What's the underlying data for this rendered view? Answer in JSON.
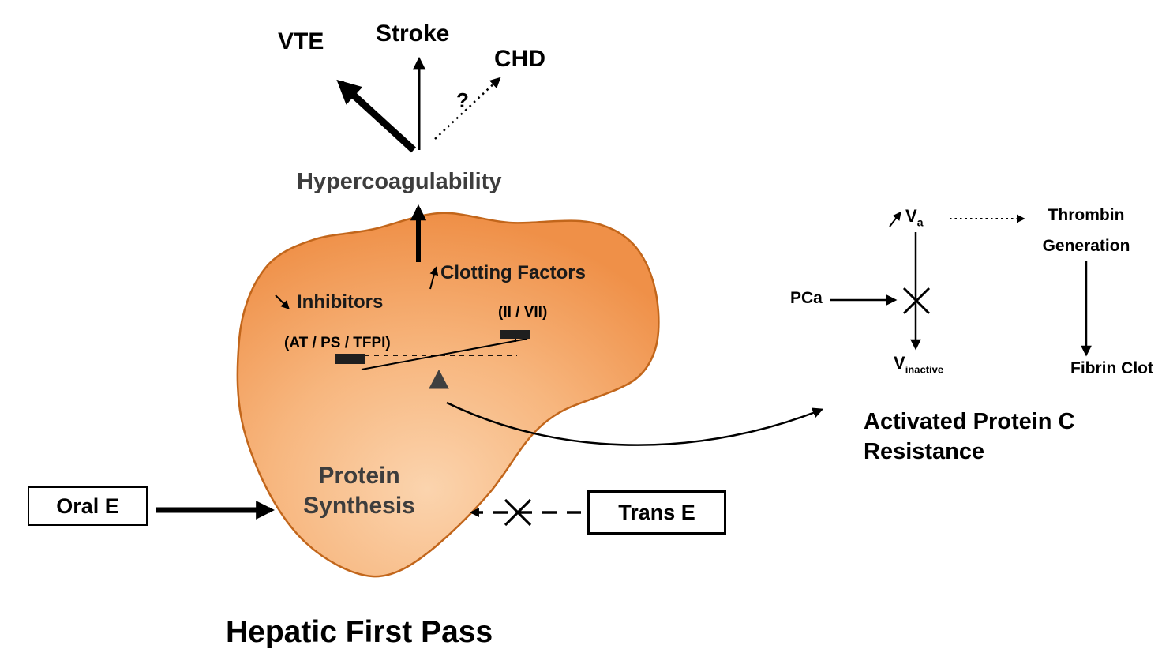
{
  "title": "Hepatic First Pass",
  "outcomes": {
    "vte": "VTE",
    "stroke": "Stroke",
    "chd": "CHD",
    "question_mark": "?"
  },
  "pathway": {
    "hypercoagulability": "Hypercoagulability",
    "clotting_factors": "Clotting Factors",
    "clotting_factors_detail": "(II / VII)",
    "inhibitors": "Inhibitors",
    "inhibitors_detail": "(AT / PS / TFPI)",
    "protein_line1": "Protein",
    "protein_line2": "Synthesis"
  },
  "estrogen": {
    "oral_label": "Oral E",
    "trans_label": "Trans E"
  },
  "apc": {
    "pca": "PCa",
    "va_base": "V",
    "va_sub": "a",
    "thrombin_line1": "Thrombin",
    "thrombin_line2": "Generation",
    "vinactive_base": "V",
    "vinactive_sub": "inactive",
    "fibrin_clot": "Fibrin Clot",
    "label_line1": "Activated Protein C",
    "label_line2": "Resistance"
  },
  "icons": {
    "increase_clotting": "up-right-arrow",
    "decrease_inhibitors": "down-right-arrow",
    "trans_blocked": "x-cross",
    "pca_blocked": "x-cross",
    "balance": "tilted-balance-scale"
  },
  "colors": {
    "liver_fill_outer": "#EF9048",
    "liver_fill_mid": "#F7B67E",
    "liver_fill_inner": "#FBD4AE",
    "liver_stroke": "#C2661B",
    "text_primary": "#000000",
    "text_gray": "#3d3d3d",
    "background": "#ffffff"
  }
}
